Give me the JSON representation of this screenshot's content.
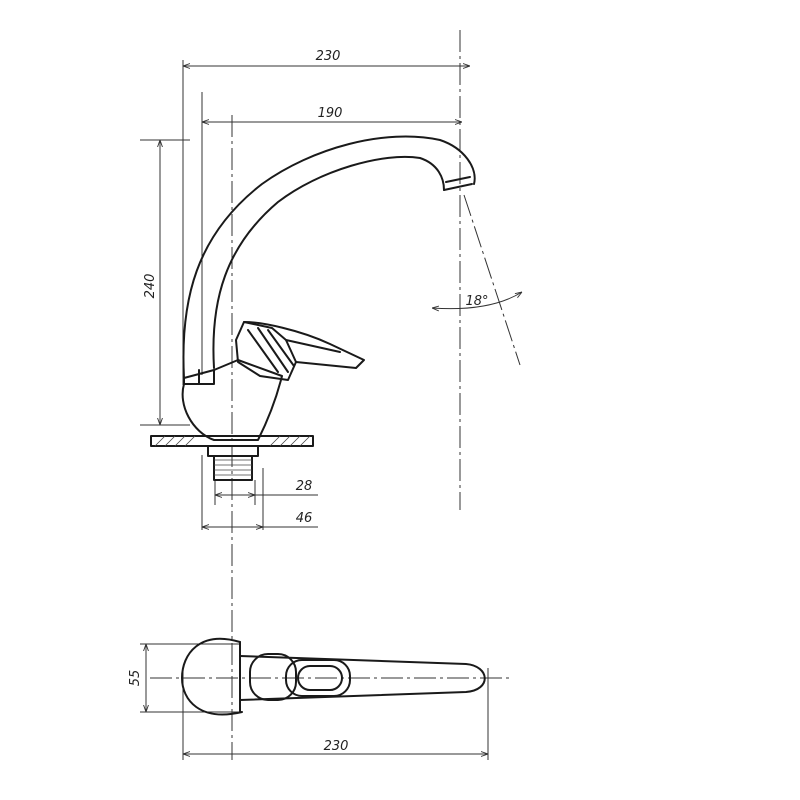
{
  "drawing": {
    "dimensions": {
      "overall_width_top": "230",
      "spout_reach": "190",
      "height": "240",
      "spout_angle": "18°",
      "thread_small": "28",
      "thread_large": "46",
      "plan_width": "55",
      "overall_width_bottom": "230"
    },
    "colors": {
      "line": "#1a1a1a",
      "background": "#ffffff"
    }
  }
}
